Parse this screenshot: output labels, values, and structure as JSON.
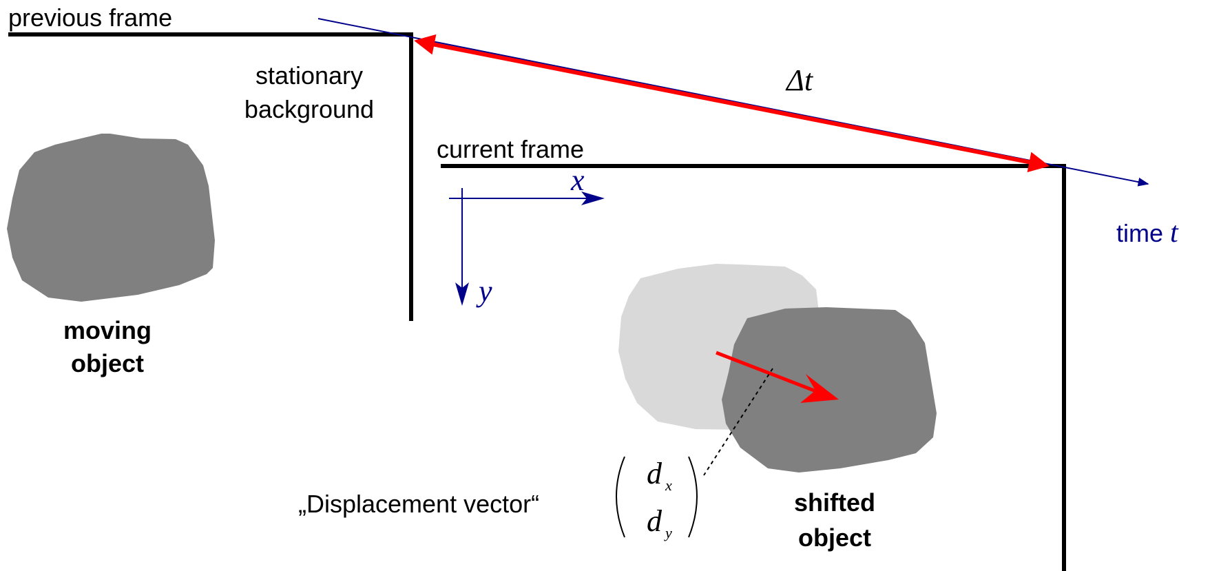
{
  "labels": {
    "previous_frame": "previous frame",
    "stationary_line1": "stationary",
    "stationary_line2": "background",
    "current_frame": "current frame",
    "delta_t": "Δt",
    "axis_x": "x",
    "axis_y": "y",
    "time_text": "time ",
    "time_var": "t",
    "moving_line1": "moving",
    "moving_line2": "object",
    "shifted_line1": "shifted",
    "shifted_line2": "object",
    "displacement": "„Displacement vector“",
    "dx_d": "d",
    "dx_sub": "x",
    "dy_d": "d",
    "dy_sub": "y"
  },
  "colors": {
    "frame_lines": "#000000",
    "axis_blue": "#00008b",
    "arrow_red": "#ff0000",
    "object_dark": "#808080",
    "object_light": "#d9d9d9"
  }
}
